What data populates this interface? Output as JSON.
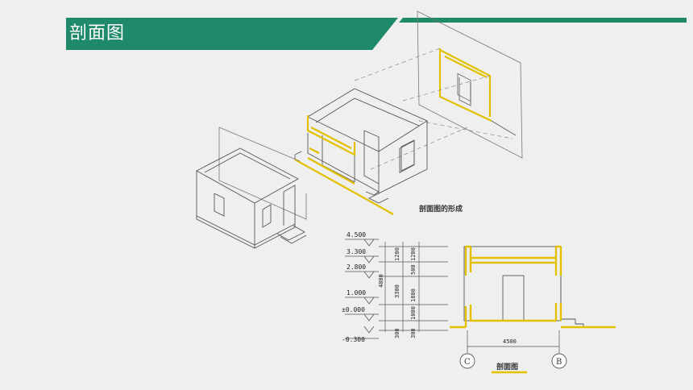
{
  "header": {
    "title": "剖面图"
  },
  "diagram": {
    "caption_formation": "剖面图的形成",
    "caption_section": "剖面图",
    "levels": [
      "4.500",
      "3.300",
      "2.800",
      "1.000",
      "±0.000",
      "-0.300"
    ],
    "dims_col1": [
      "4800"
    ],
    "dims_col2": [
      "1200",
      "3300",
      "300"
    ],
    "dims_col3": [
      "1200",
      "500",
      "1800",
      "1000",
      "300"
    ],
    "span_dim": "4500",
    "axis_left": "C",
    "axis_right": "B"
  },
  "colors": {
    "header": "#1e8a6a",
    "accent": "#e3c000",
    "line": "#555555"
  }
}
